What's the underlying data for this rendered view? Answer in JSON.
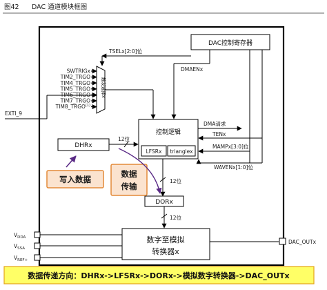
{
  "caption": {
    "figure_no": "图42",
    "title": "DAC 通道模块框图"
  },
  "control_register": {
    "label": "DAC控制寄存器"
  },
  "trigger_mux": {
    "label": "触发选择x",
    "inputs": [
      "SWTRIGx",
      "TIM2_TRGO",
      "TIM4_TRGO",
      "TIM5_TRGO",
      "TIM6_TRGO",
      "TIM7_TRGO",
      "TIM8_TRGO"
    ],
    "last_input_note": "(1)"
  },
  "external_input": {
    "label": "EXTI_9"
  },
  "signals": {
    "tsel": "TSELx[2:0]位",
    "dmaen": "DMAENx",
    "dma_request": "DMA请求",
    "ten": "TENx",
    "mamp": "MAMPx[3:0]位",
    "wave": "WAVENx[1:0]位"
  },
  "control_logic": {
    "label": "控制逻辑",
    "lfsr": "LFSRx",
    "triangle": "trianglex"
  },
  "registers": {
    "dhr": "DHRx",
    "dor": "DORx"
  },
  "bus_width": {
    "dhr_out": "12位",
    "logic_out": "12位",
    "dor_out": "12位"
  },
  "dac": {
    "label_line1": "数字至模拟",
    "label_line2": "转换器x",
    "output": "DAC_OUTx"
  },
  "power_pins": {
    "vdda": {
      "main": "V",
      "sub": "DDA"
    },
    "vssa": {
      "main": "V",
      "sub": "SSA"
    },
    "vref": {
      "main": "V",
      "sub": "REF+"
    }
  },
  "annotations": {
    "write_data": "写入数据",
    "transfer_line1": "数据",
    "transfer_line2": "传输"
  },
  "banner": {
    "text": "数据传递方向：DHRx->LFSRx->DORx->模拟数字转换器->DAC_OUTx"
  },
  "colors": {
    "callout_fill": "#fbe3cf",
    "callout_border": "#e38a38",
    "callout_arrow": "#5a2a86",
    "banner_fill": "#ffff66",
    "banner_border": "#e2a21a"
  }
}
